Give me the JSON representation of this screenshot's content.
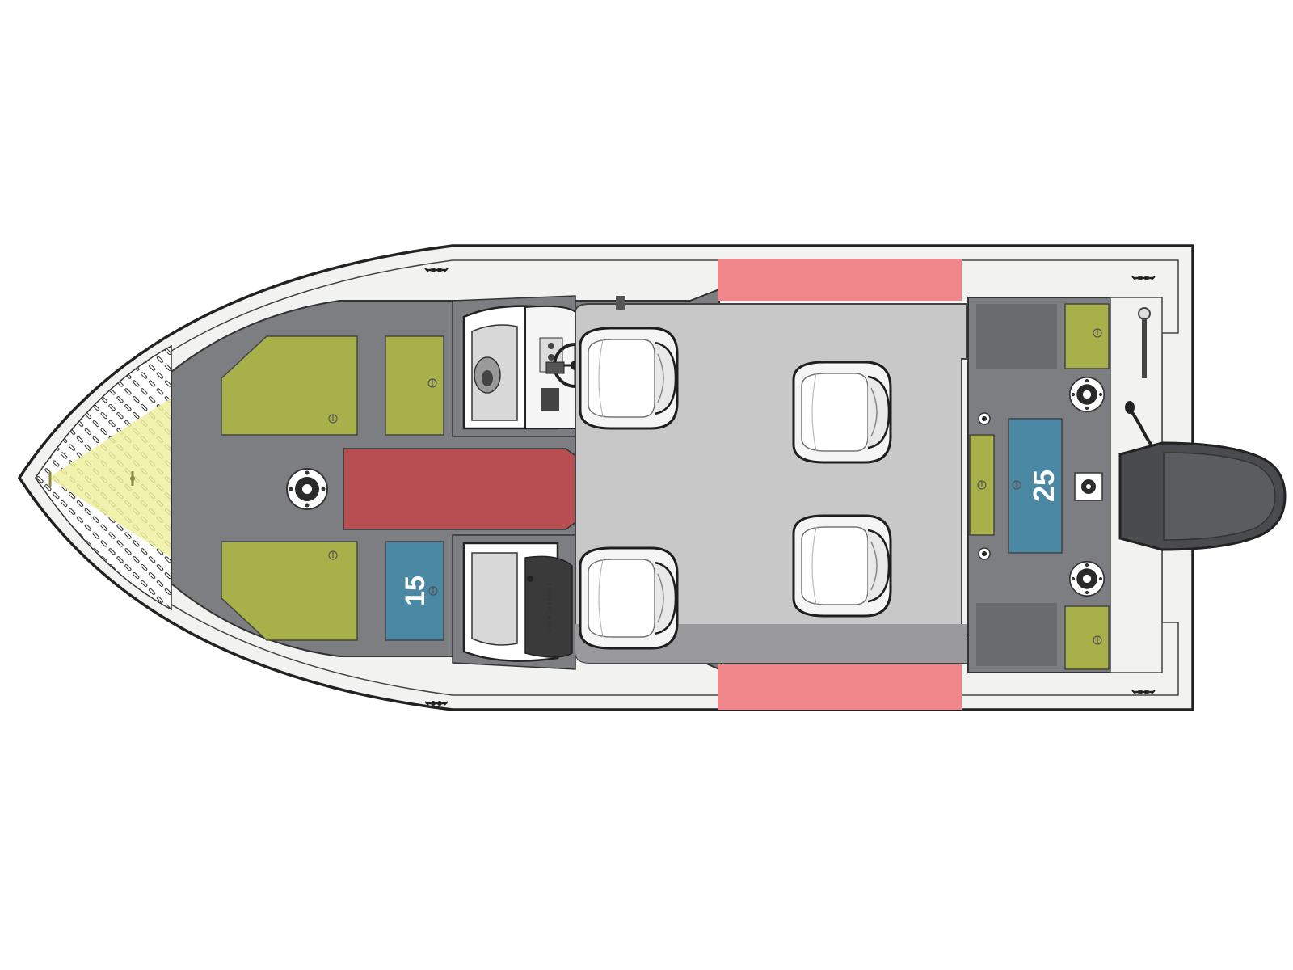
{
  "diagram": {
    "livewell_front": {
      "number": "15"
    },
    "livewell_rear": {
      "number": "25"
    },
    "console_brand": "SMOKERCRAFT"
  },
  "colors": {
    "hull_outline": "#222222",
    "gunwale": "#f2f2f0",
    "deck_dark": "#7d7e82",
    "floor_light": "#c8c8c8",
    "storage_hatch": "#a8b04a",
    "storage_hatch_light": "#c9cf6e",
    "livewell": "#4a88a3",
    "rod_locker": "#b74e52",
    "rod_storage_highlight": "#ee868a",
    "bow_deck_highlight": "#eef0a0",
    "seat": "#f4f4f4",
    "motor": "#4a4b4e"
  },
  "icons": [
    "cleat-icon",
    "seat-icon",
    "steering-wheel-icon",
    "pedestal-base-icon",
    "outboard-motor-icon",
    "drain-icon"
  ]
}
